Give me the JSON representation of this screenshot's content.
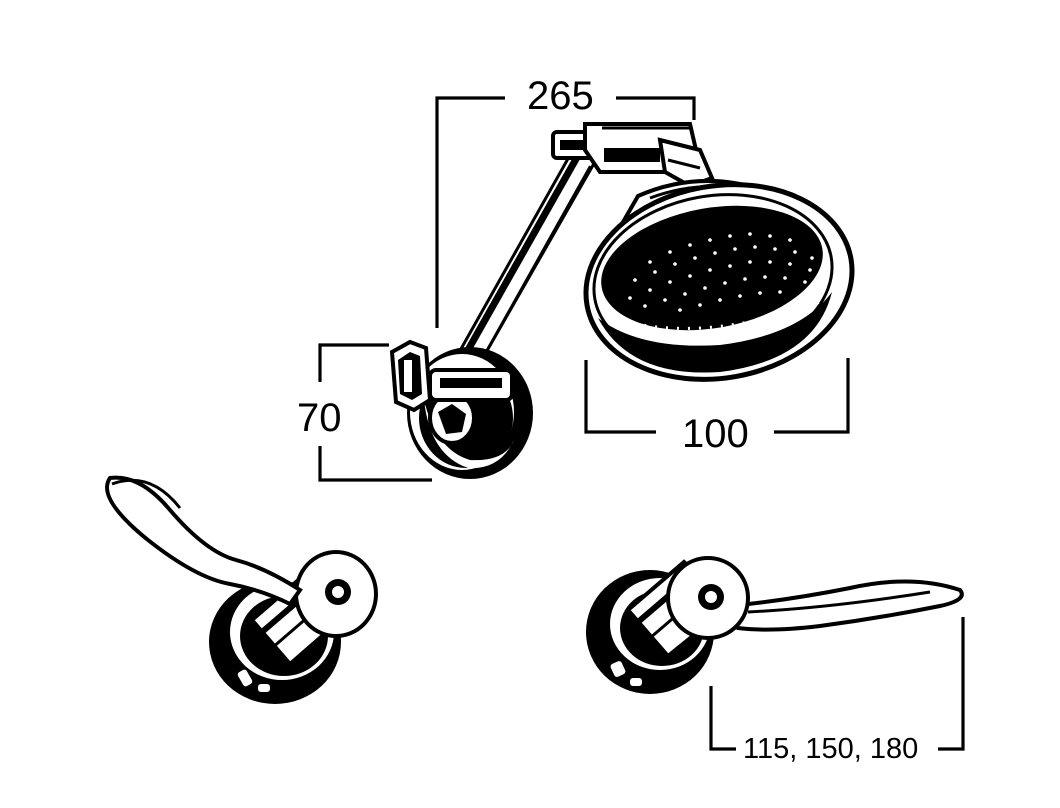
{
  "dimensions": {
    "arm_reach": "265",
    "wall_flange_height": "70",
    "head_diameter": "100",
    "lever_lengths": "115, 150, 180"
  },
  "colors": {
    "ink": "#000000",
    "paper": "#ffffff"
  }
}
